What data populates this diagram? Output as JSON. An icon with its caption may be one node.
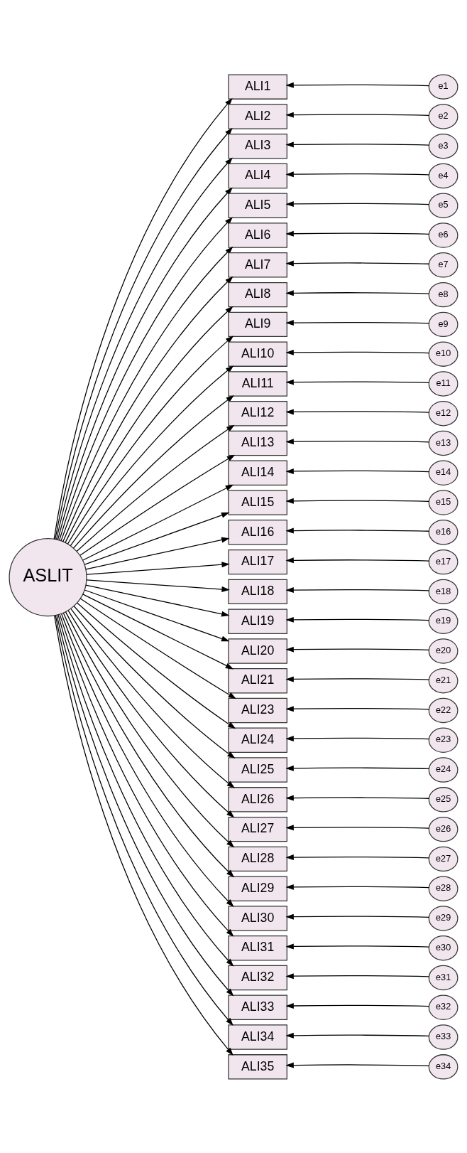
{
  "diagram": {
    "nodes": [
      {
        "text": [
          "ASLIT"
        ]
      },
      {
        "text": [
          "ALI1"
        ]
      },
      {
        "text": [
          "ALI2"
        ]
      },
      {
        "text": [
          "ALI3"
        ]
      },
      {
        "text": [
          "ALI4"
        ]
      },
      {
        "text": [
          "ALI5"
        ]
      },
      {
        "text": [
          "ALI6"
        ]
      },
      {
        "text": [
          "ALI7"
        ]
      },
      {
        "text": [
          "ALI8"
        ]
      },
      {
        "text": [
          "ALI9"
        ]
      },
      {
        "text": [
          "ALI10"
        ]
      },
      {
        "text": [
          "ALI11"
        ]
      },
      {
        "text": [
          "ALI12"
        ]
      },
      {
        "text": [
          "ALI13"
        ]
      },
      {
        "text": [
          "ALI14"
        ]
      },
      {
        "text": [
          "ALI15"
        ]
      },
      {
        "text": [
          "ALI16"
        ]
      },
      {
        "text": [
          "ALI17"
        ]
      },
      {
        "text": [
          "ALI18"
        ]
      },
      {
        "text": [
          "ALI19"
        ]
      },
      {
        "text": [
          "ALI20"
        ]
      },
      {
        "text": [
          "ALI21"
        ]
      },
      {
        "text": [
          "ALI23"
        ]
      },
      {
        "text": [
          "ALI24"
        ]
      },
      {
        "text": [
          "ALI25"
        ]
      },
      {
        "text": [
          "ALI26"
        ]
      },
      {
        "text": [
          "ALI27"
        ]
      },
      {
        "text": [
          "ALI28"
        ]
      },
      {
        "text": [
          "ALI29"
        ]
      },
      {
        "text": [
          "ALI30"
        ]
      },
      {
        "text": [
          "ALI31"
        ]
      },
      {
        "text": [
          "ALI32"
        ]
      },
      {
        "text": [
          "ALI33"
        ]
      },
      {
        "text": [
          "ALI34"
        ]
      },
      {
        "text": [
          "ALI35"
        ]
      },
      {
        "text": [
          "e1"
        ]
      },
      {
        "text": [
          "e2"
        ]
      },
      {
        "text": [
          "e3"
        ]
      },
      {
        "text": [
          "e4"
        ]
      },
      {
        "text": [
          "e5"
        ]
      },
      {
        "text": [
          "e6"
        ]
      },
      {
        "text": [
          "e7"
        ]
      },
      {
        "text": [
          "e8"
        ]
      },
      {
        "text": [
          "e9"
        ]
      },
      {
        "text": [
          "e10"
        ]
      },
      {
        "text": [
          "e11"
        ]
      },
      {
        "text": [
          "e12"
        ]
      },
      {
        "text": [
          "e13"
        ]
      },
      {
        "text": [
          "e14"
        ]
      },
      {
        "text": [
          "e15"
        ]
      },
      {
        "text": [
          "e16"
        ]
      },
      {
        "text": [
          "e17"
        ]
      },
      {
        "text": [
          "e18"
        ]
      },
      {
        "text": [
          "e19"
        ]
      },
      {
        "text": [
          "e20"
        ]
      },
      {
        "text": [
          "e21"
        ]
      },
      {
        "text": [
          "e22"
        ]
      },
      {
        "text": [
          "e23"
        ]
      },
      {
        "text": [
          "e24"
        ]
      },
      {
        "text": [
          "e25"
        ]
      },
      {
        "text": [
          "e26"
        ]
      },
      {
        "text": [
          "e27"
        ]
      },
      {
        "text": [
          "e28"
        ]
      },
      {
        "text": [
          "e29"
        ]
      },
      {
        "text": [
          "e30"
        ]
      },
      {
        "text": [
          "e31"
        ]
      },
      {
        "text": [
          "e32"
        ]
      },
      {
        "text": [
          "e33"
        ]
      },
      {
        "text": [
          "e34"
        ]
      }
    ],
    "edges": [
      {
        "from": 0,
        "to": 1,
        "arrow": "to"
      },
      {
        "from": 0,
        "to": 2,
        "arrow": "to"
      },
      {
        "from": 0,
        "to": 3,
        "arrow": "to"
      },
      {
        "from": 0,
        "to": 4,
        "arrow": "to"
      },
      {
        "from": 0,
        "to": 5,
        "arrow": "to"
      },
      {
        "from": 0,
        "to": 6,
        "arrow": "to"
      },
      {
        "from": 0,
        "to": 7,
        "arrow": "to"
      },
      {
        "from": 0,
        "to": 8,
        "arrow": "to"
      },
      {
        "from": 0,
        "to": 9,
        "arrow": "to"
      },
      {
        "from": 0,
        "to": 10,
        "arrow": "to"
      },
      {
        "from": 0,
        "to": 11,
        "arrow": "to"
      },
      {
        "from": 0,
        "to": 12,
        "arrow": "to"
      },
      {
        "from": 0,
        "to": 13,
        "arrow": "to"
      },
      {
        "from": 0,
        "to": 14,
        "arrow": "to"
      },
      {
        "from": 0,
        "to": 15,
        "arrow": "to"
      },
      {
        "from": 0,
        "to": 16,
        "arrow": "to"
      },
      {
        "from": 0,
        "to": 17,
        "arrow": "to"
      },
      {
        "from": 0,
        "to": 18,
        "arrow": "to"
      },
      {
        "from": 0,
        "to": 19,
        "arrow": "to"
      },
      {
        "from": 0,
        "to": 20,
        "arrow": "to"
      },
      {
        "from": 0,
        "to": 21,
        "arrow": "to"
      },
      {
        "from": 0,
        "to": 22,
        "arrow": "to"
      },
      {
        "from": 0,
        "to": 23,
        "arrow": "to"
      },
      {
        "from": 0,
        "to": 24,
        "arrow": "to"
      },
      {
        "from": 0,
        "to": 25,
        "arrow": "to"
      },
      {
        "from": 0,
        "to": 26,
        "arrow": "to"
      },
      {
        "from": 0,
        "to": 27,
        "arrow": "to"
      },
      {
        "from": 0,
        "to": 28,
        "arrow": "to"
      },
      {
        "from": 0,
        "to": 29,
        "arrow": "to"
      },
      {
        "from": 0,
        "to": 30,
        "arrow": "to"
      },
      {
        "from": 0,
        "to": 31,
        "arrow": "to"
      },
      {
        "from": 0,
        "to": 32,
        "arrow": "to"
      },
      {
        "from": 0,
        "to": 33,
        "arrow": "to"
      },
      {
        "from": 0,
        "to": 34,
        "arrow": "to"
      },
      {
        "from": 35,
        "to": 1,
        "arrow": "to"
      },
      {
        "from": 36,
        "to": 2,
        "arrow": "to"
      },
      {
        "from": 37,
        "to": 3,
        "arrow": "to"
      },
      {
        "from": 38,
        "to": 4,
        "arrow": "to"
      },
      {
        "from": 39,
        "to": 5,
        "arrow": "to"
      },
      {
        "from": 40,
        "to": 6,
        "arrow": "to"
      },
      {
        "from": 41,
        "to": 7,
        "arrow": "to"
      },
      {
        "from": 42,
        "to": 8,
        "arrow": "to"
      },
      {
        "from": 43,
        "to": 9,
        "arrow": "to"
      },
      {
        "from": 44,
        "to": 10,
        "arrow": "to"
      },
      {
        "from": 45,
        "to": 11,
        "arrow": "to"
      },
      {
        "from": 46,
        "to": 12,
        "arrow": "to"
      },
      {
        "from": 47,
        "to": 13,
        "arrow": "to"
      },
      {
        "from": 48,
        "to": 14,
        "arrow": "to"
      },
      {
        "from": 49,
        "to": 15,
        "arrow": "to"
      },
      {
        "from": 50,
        "to": 16,
        "arrow": "to"
      },
      {
        "from": 51,
        "to": 17,
        "arrow": "to"
      },
      {
        "from": 52,
        "to": 18,
        "arrow": "to"
      },
      {
        "from": 53,
        "to": 19,
        "arrow": "to"
      },
      {
        "from": 54,
        "to": 20,
        "arrow": "to"
      },
      {
        "from": 55,
        "to": 21,
        "arrow": "to"
      },
      {
        "from": 56,
        "to": 22,
        "arrow": "to"
      },
      {
        "from": 57,
        "to": 23,
        "arrow": "to"
      },
      {
        "from": 58,
        "to": 24,
        "arrow": "to"
      },
      {
        "from": 59,
        "to": 25,
        "arrow": "to"
      },
      {
        "from": 60,
        "to": 26,
        "arrow": "to"
      },
      {
        "from": 61,
        "to": 27,
        "arrow": "to"
      },
      {
        "from": 62,
        "to": 28,
        "arrow": "to"
      },
      {
        "from": 63,
        "to": 29,
        "arrow": "to"
      },
      {
        "from": 64,
        "to": 30,
        "arrow": "to"
      },
      {
        "from": 65,
        "to": 31,
        "arrow": "to"
      },
      {
        "from": 66,
        "to": 32,
        "arrow": "to"
      },
      {
        "from": 67,
        "to": 33,
        "arrow": "to"
      },
      {
        "from": 68,
        "to": 34,
        "arrow": "to"
      }
    ]
  }
}
